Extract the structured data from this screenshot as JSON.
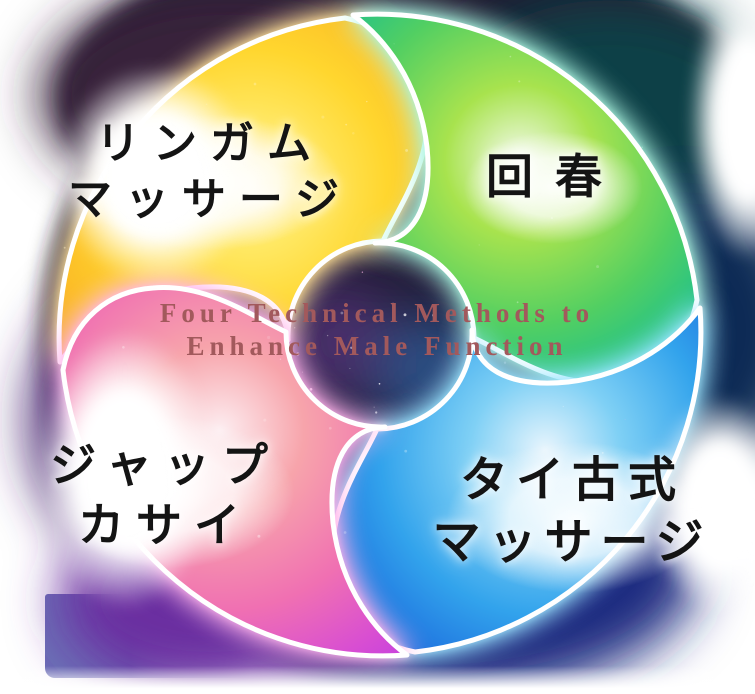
{
  "title": {
    "line1": "Four Technical Methods to",
    "line2": "Enhance Male Function",
    "color": "#a2595c"
  },
  "segments": [
    {
      "name": "lingam-massage",
      "label_lines": [
        "リンガム",
        "マッサージ"
      ],
      "position": "top-left",
      "color_main": "#ffd62e",
      "color_edge": "#f29c40",
      "glow": "#ffcf5e"
    },
    {
      "name": "kaishun",
      "label_lines": [
        "回春"
      ],
      "position": "top-right",
      "color_main": "#52cf62",
      "color_edge": "#10b2ab",
      "glow": "#7df0cf"
    },
    {
      "name": "thai-traditional-massage",
      "label_lines": [
        "タイ古式",
        "マッサージ"
      ],
      "position": "bottom-right",
      "color_main": "#32a3ec",
      "color_edge": "#1e4fc4",
      "glow": "#66d8ff"
    },
    {
      "name": "jap-kasai",
      "label_lines": [
        "ジャップ",
        "カサイ"
      ],
      "position": "bottom-left",
      "color_main": "#f070b2",
      "color_edge": "#c33fe0",
      "glow": "#ff8ae0"
    }
  ],
  "background": {
    "page": "#ffffff",
    "space": "#221a38",
    "bottom_left_block": "#6b6fb6",
    "label_text_color": "#141414"
  }
}
